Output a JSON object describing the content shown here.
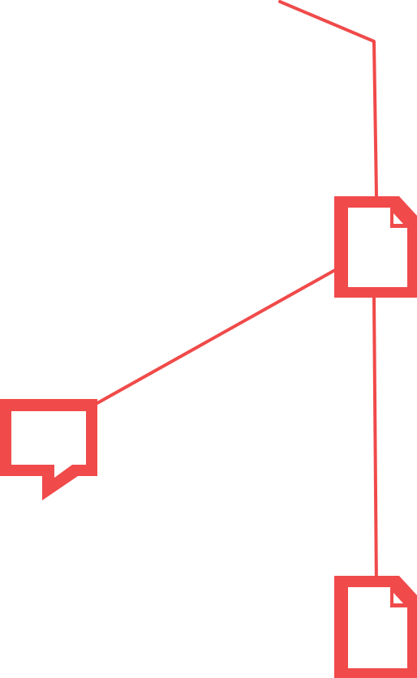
{
  "colors": {
    "accent": "#f04a4a",
    "background": "#ffffff"
  },
  "nodes": [
    {
      "id": "doc-top",
      "icon": "document-icon"
    },
    {
      "id": "comment",
      "icon": "speech-bubble-icon"
    },
    {
      "id": "doc-bottom",
      "icon": "document-icon"
    }
  ],
  "edges": [
    {
      "from": "offscreen-top",
      "to": "doc-top"
    },
    {
      "from": "doc-top",
      "to": "comment"
    },
    {
      "from": "doc-top",
      "to": "doc-bottom"
    }
  ]
}
